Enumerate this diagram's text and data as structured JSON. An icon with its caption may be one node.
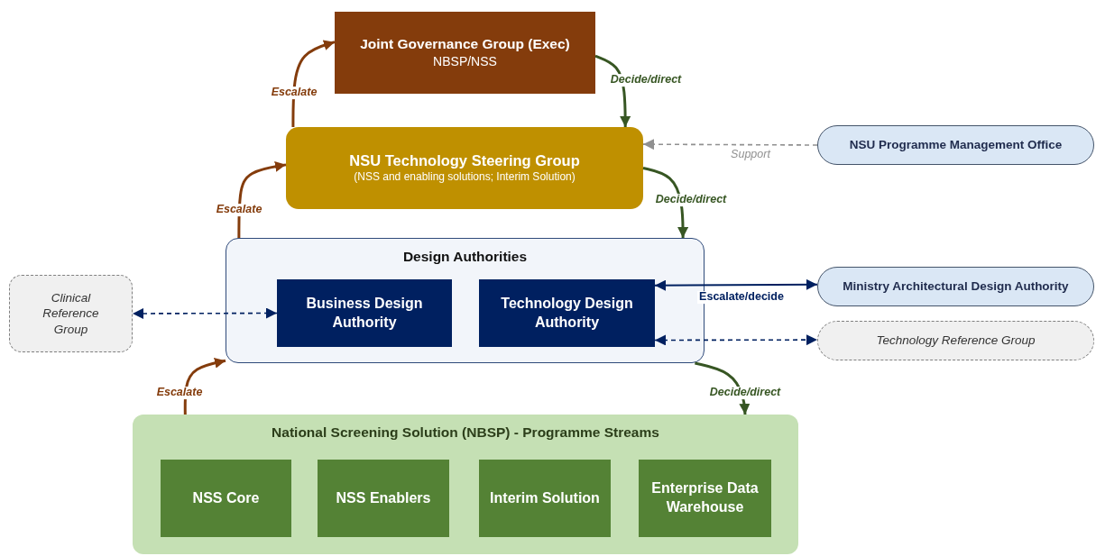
{
  "diagram": {
    "nodes": [
      {
        "text": [
          "Joint Governance Group (Exec)",
          "NBSP/NSS"
        ]
      },
      {
        "text": [
          "NSU Technology Steering Group",
          "(NSS and enabling solutions; Interim Solution)"
        ]
      },
      {
        "text": [
          "NSU Programme Management Office"
        ]
      },
      {
        "text": [
          "Design Authorities"
        ]
      },
      {
        "text": [
          "Business Design Authority"
        ],
        "in": 3
      },
      {
        "text": [
          "Technology Design Authority"
        ],
        "in": 3
      },
      {
        "text": [
          "Clinical Reference Group"
        ]
      },
      {
        "text": [
          "Ministry Architectural Design Authority"
        ]
      },
      {
        "text": [
          "Technology Reference Group"
        ]
      },
      {
        "text": [
          "National Screening Solution (NBSP) - Programme Streams"
        ]
      },
      {
        "text": [
          "NSS Core"
        ],
        "in": 9
      },
      {
        "text": [
          "NSS Enablers"
        ],
        "in": 9
      },
      {
        "text": [
          "Interim Solution"
        ],
        "in": 9
      },
      {
        "text": [
          "Enterprise Data Warehouse"
        ],
        "in": 9
      }
    ],
    "edges": [
      {
        "from": 1,
        "to": 0,
        "arrow": "to",
        "label": "Escalate",
        "color": "#843c0c"
      },
      {
        "from": 0,
        "to": 1,
        "arrow": "to",
        "label": "Decide/direct",
        "color": "#375623"
      },
      {
        "from": 2,
        "to": 1,
        "arrow": "to",
        "label": "Support",
        "style": "dashed",
        "color": "#909090"
      },
      {
        "from": 3,
        "to": 1,
        "arrow": "to",
        "label": "Escalate",
        "color": "#843c0c"
      },
      {
        "from": 1,
        "to": 3,
        "arrow": "to",
        "label": "Decide/direct",
        "color": "#375623"
      },
      {
        "from": 4,
        "to": 6,
        "arrow": "both",
        "style": "dashed",
        "color": "#002060"
      },
      {
        "from": 5,
        "to": 7,
        "arrow": "both",
        "label": "Escalate/decide",
        "color": "#002060"
      },
      {
        "from": 5,
        "to": 8,
        "arrow": "both",
        "style": "dashed",
        "color": "#002060"
      },
      {
        "from": 9,
        "to": 3,
        "arrow": "to",
        "label": "Escalate",
        "color": "#843c0c"
      },
      {
        "from": 3,
        "to": 9,
        "arrow": "to",
        "label": "Decide/direct",
        "color": "#375623"
      }
    ]
  }
}
